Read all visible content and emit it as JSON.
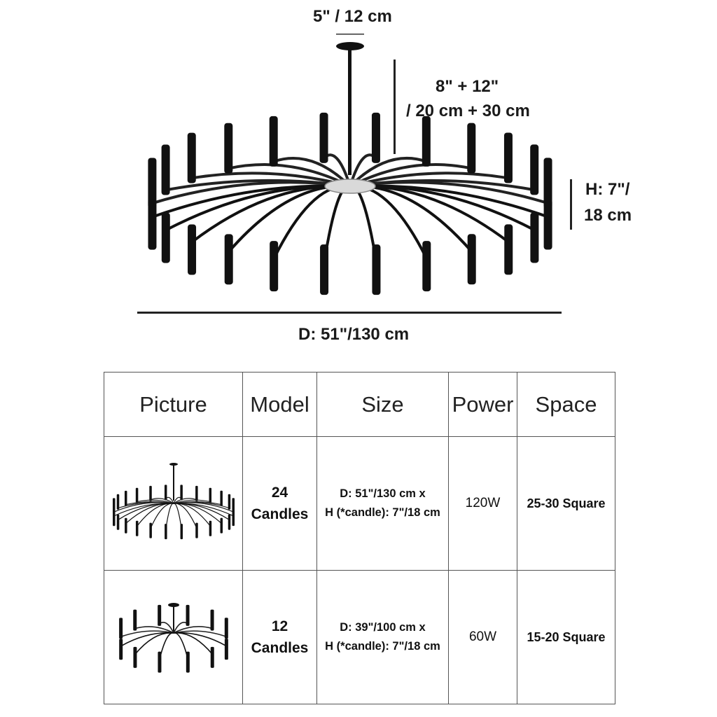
{
  "dimensions": {
    "canopy": "5\" / 12 cm",
    "rod_line1": "8\" + 12\"",
    "rod_line2": "/ 20 cm + 30 cm",
    "height_line1": "H: 7\"/",
    "height_line2": "18 cm",
    "diameter": "D: 51\"/130 cm"
  },
  "table": {
    "headers": [
      "Picture",
      "Model",
      "Size",
      "Power",
      "Space"
    ],
    "rows": [
      {
        "model_line1": "24",
        "model_line2": "Candles",
        "size_line1": "D: 51\"/130 cm x",
        "size_line2": "H (*candle): 7\"/18 cm",
        "power": "120W",
        "space": "25-30 Square",
        "picture_icon": "24-candle-chandelier-thumbnail"
      },
      {
        "model_line1": "12",
        "model_line2": "Candles",
        "size_line1": "D: 39\"/100 cm x",
        "size_line2": "H (*candle): 7\"/18 cm",
        "power": "60W",
        "space": "15-20 Square",
        "picture_icon": "12-candle-chandelier-thumbnail"
      }
    ]
  },
  "colors": {
    "metal": "#111111",
    "chrome": "#9a9a9a",
    "border": "#555555"
  }
}
